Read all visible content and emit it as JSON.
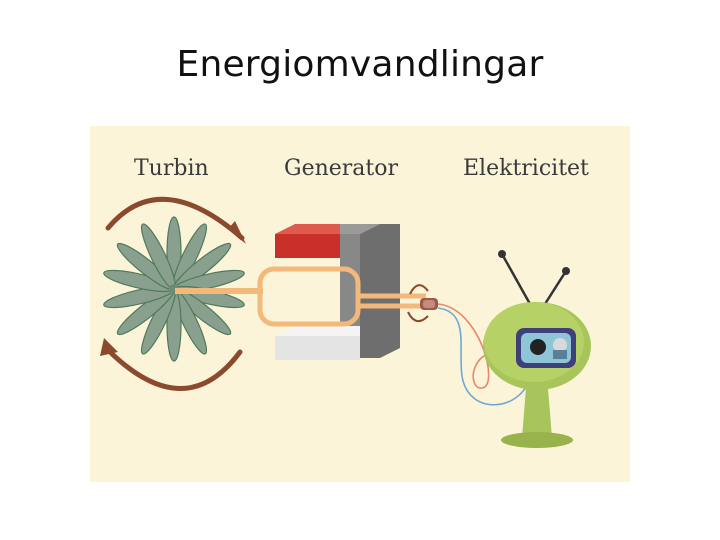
{
  "slide": {
    "title": "Energiomvandlingar"
  },
  "diagram": {
    "labels": {
      "turbine": "Turbin",
      "generator": "Generator",
      "electricity": "Elektricitet"
    },
    "colors": {
      "panel_background": "#fbf4d9",
      "rotation_arrows": "#8b4a2e",
      "turbine_blades": "#8aa08f",
      "magnet_north": "#c9302a",
      "magnet_body": "#7c7c7c",
      "magnet_south": "#d9d9d9",
      "coil": "#f2b97a",
      "tv_body": "#a7c55a",
      "wire_red": "#e8866a",
      "wire_blue": "#6fa8d6"
    },
    "icons": [
      "rotation-arrow-icon",
      "turbine-icon",
      "magnet-icon",
      "coil-icon",
      "tv-icon"
    ]
  }
}
